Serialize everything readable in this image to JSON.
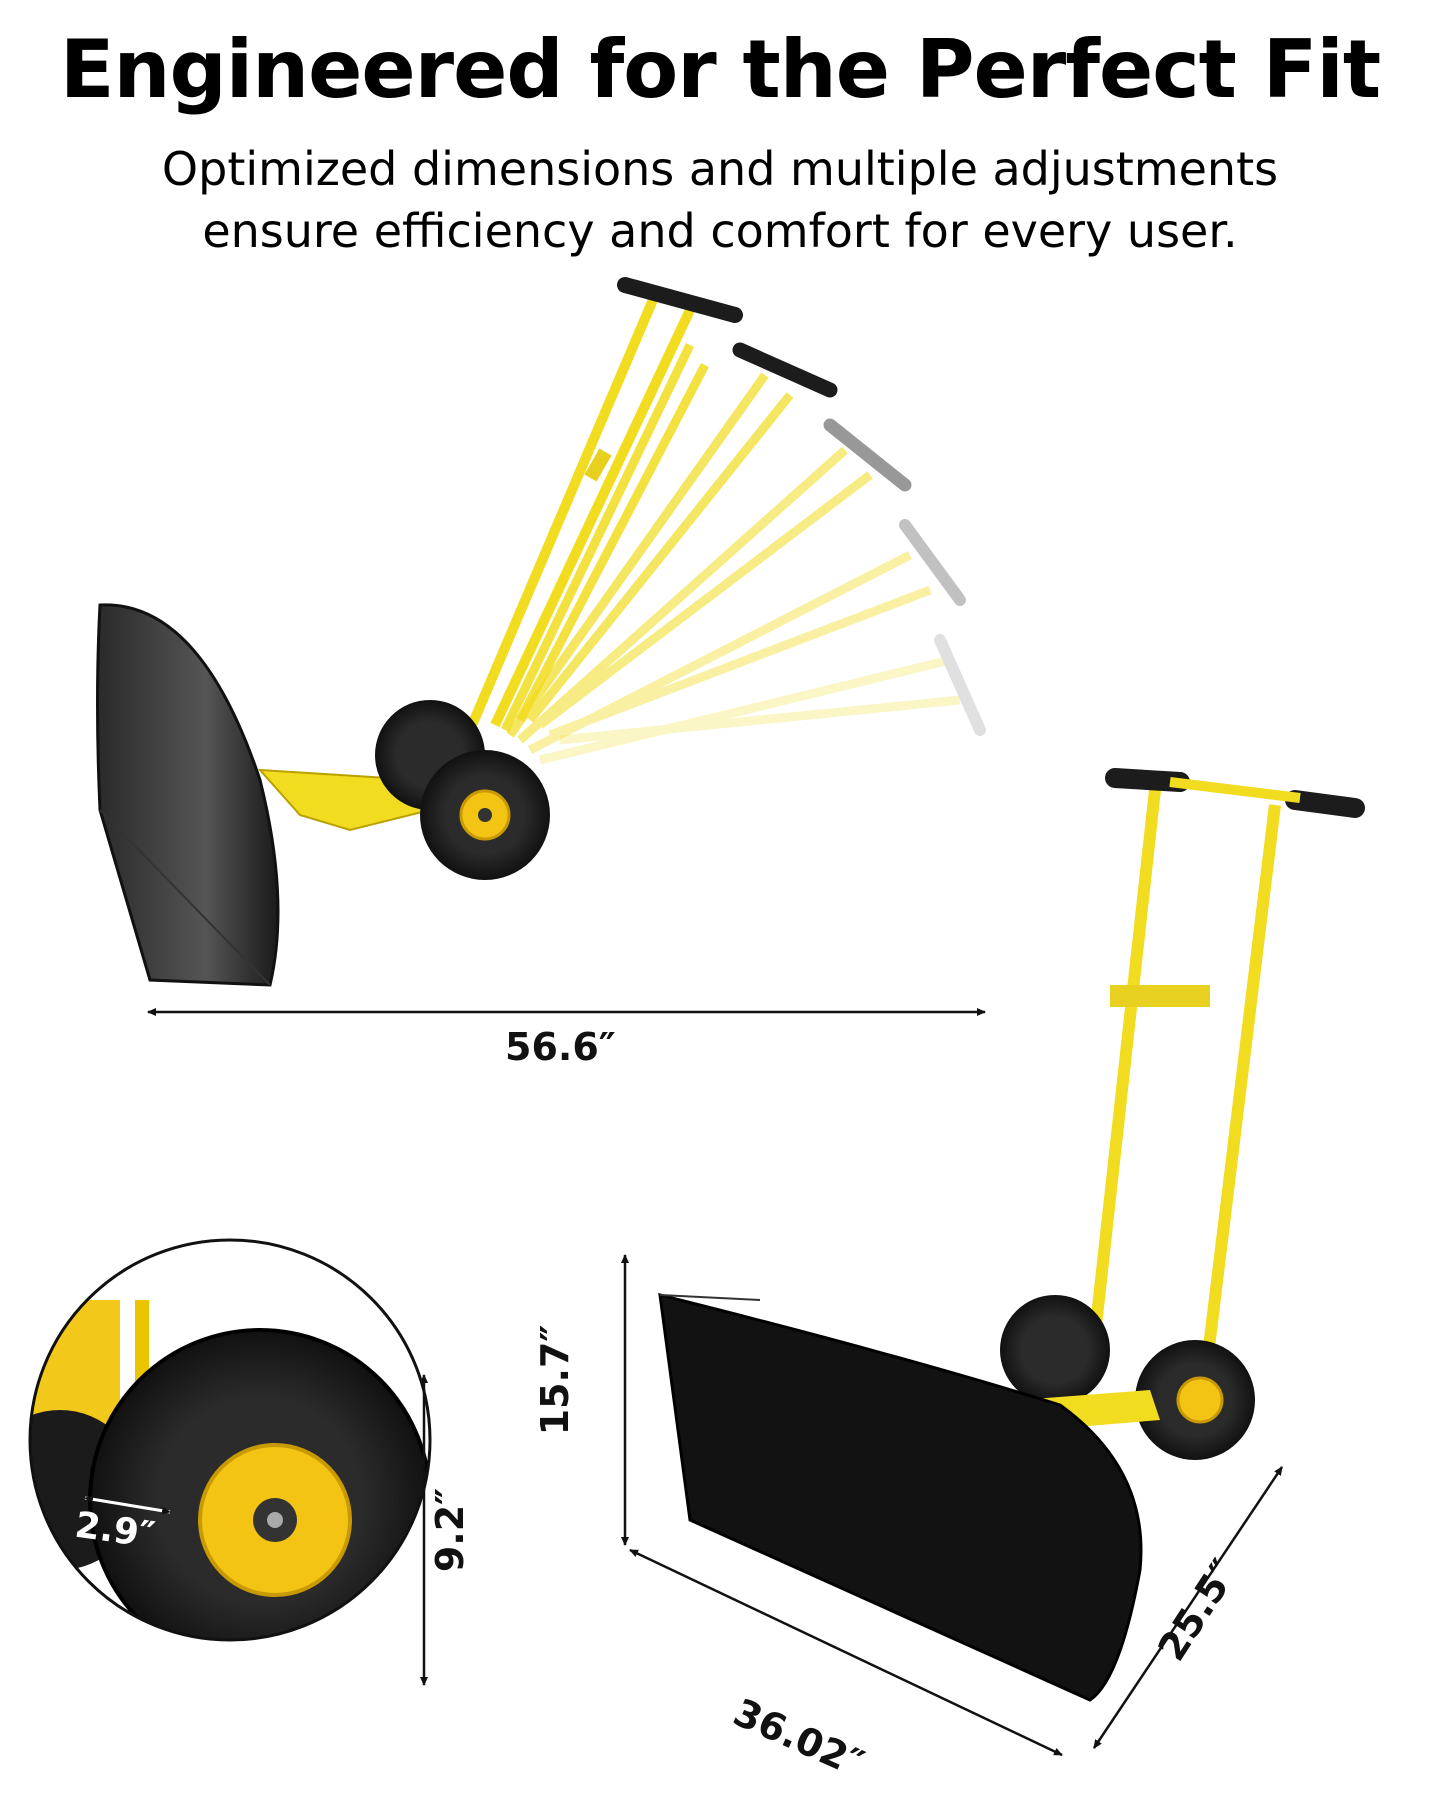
{
  "header": {
    "title": "Engineered for the Perfect Fit",
    "subtitle_line1": "Optimized dimensions and multiple adjustments",
    "subtitle_line2": "ensure efficiency and comfort for every user."
  },
  "dimensions": {
    "length": "56.6″",
    "height": "15.7″",
    "width": "36.02″",
    "depth": "25.5″",
    "wheel_diameter": "9.2″",
    "wheel_width": "2.9″"
  },
  "colors": {
    "frame_yellow": "#f2dc1f",
    "blade_black": "#111111",
    "tire_black": "#1a1a1a",
    "hub_yellow": "#f4c414",
    "grip_black": "#1c1c1c"
  }
}
